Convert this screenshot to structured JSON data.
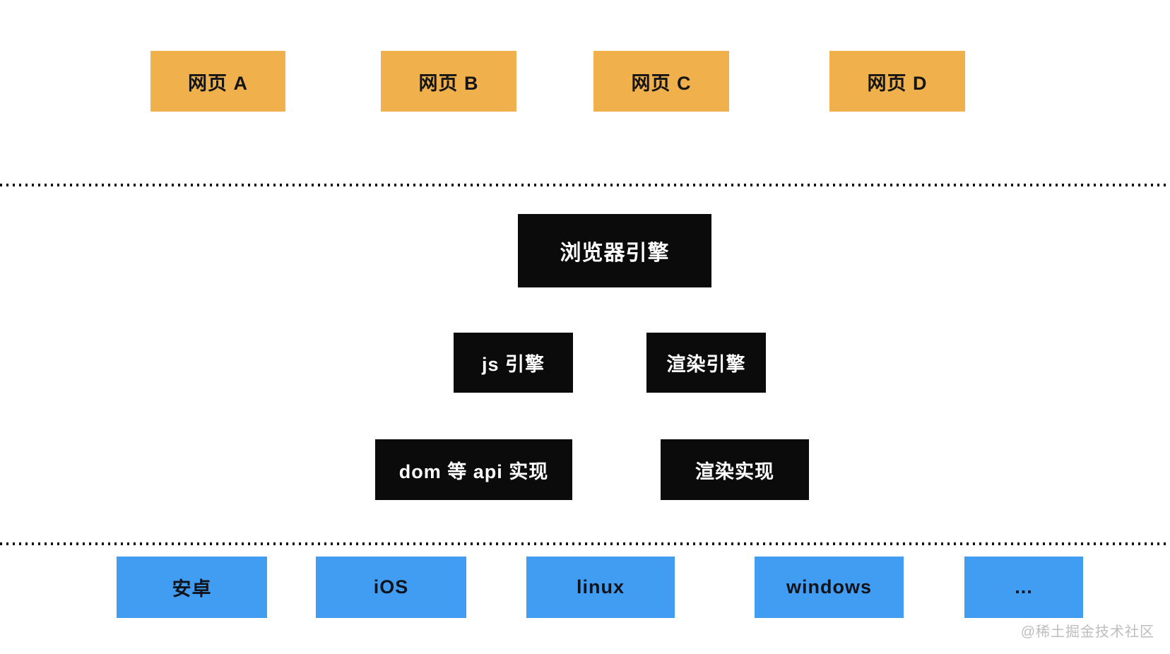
{
  "colors": {
    "background": "#FFFFFF",
    "page_box": "#F0B14C",
    "engine_box": "#0B0B0B",
    "engine_box_text": "#FFFFFF",
    "os_box": "#419DF2",
    "separator_dots": "#111111",
    "watermark_text": "#BDBDBD"
  },
  "pages_row": {
    "items": [
      {
        "label": "网页 A"
      },
      {
        "label": "网页 B"
      },
      {
        "label": "网页 C"
      },
      {
        "label": "网页 D"
      }
    ]
  },
  "engines": {
    "browser_engine": {
      "label": "浏览器引擎"
    },
    "js_engine": {
      "label": "js 引擎"
    },
    "render_engine": {
      "label": "渲染引擎"
    },
    "dom_api_impl": {
      "label": "dom 等 api 实现"
    },
    "render_impl": {
      "label": "渲染实现"
    }
  },
  "os_row": {
    "items": [
      {
        "label": "安卓"
      },
      {
        "label": "iOS"
      },
      {
        "label": "linux"
      },
      {
        "label": "windows"
      },
      {
        "label": "..."
      }
    ]
  },
  "watermark": {
    "label": "@稀土掘金技术社区"
  }
}
